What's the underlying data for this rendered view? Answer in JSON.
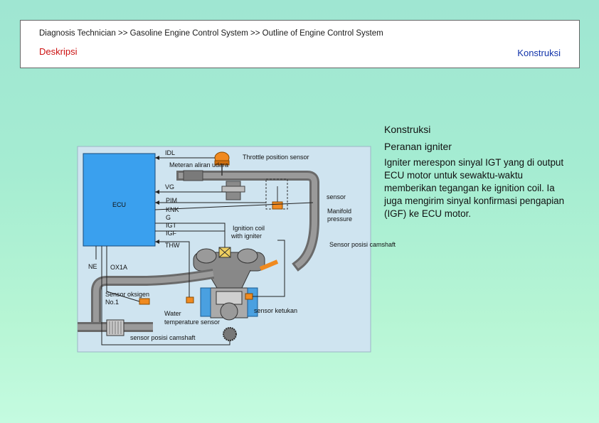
{
  "header": {
    "breadcrumb": "Diagnosis Technician >> Gasoline Engine Control System >> Outline of Engine Control System",
    "tab_left": "Deskripsi",
    "tab_right": "Konstruksi"
  },
  "side": {
    "heading": "Konstruksi",
    "subheading": "Peranan igniter",
    "body": "Igniter merespon sinyal IGT yang di output ECU motor untuk sewaktu-waktu memberikan tegangan ke ignition coil. Ia juga mengirim sinyal konfirmasi pengapian (IGF) ke ECU motor."
  },
  "diagram": {
    "ecu_label": "ECU",
    "ecu_signals": [
      "IDL",
      "VG",
      "PIM",
      "KNK",
      "G",
      "IGT",
      "IGF",
      "THW"
    ],
    "ne": "NE",
    "ox1a": "OX1A",
    "meteran": "Meteran aliran udara",
    "throttle": "Throttle position sensor",
    "sensor": "sensor",
    "manifold_1": "Manifold",
    "manifold_2": "pressure",
    "ignition_1": "Ignition coil",
    "ignition_2": "with igniter",
    "camshaft_right": "Sensor posisi camshaft",
    "oksigen_1": "Sensor oksigen",
    "oksigen_2": "No.1",
    "water_1": "Water",
    "water_2": "temperature sensor",
    "ketukan": "sensor ketukan",
    "camshaft_bottom": "sensor posisi camshaft"
  },
  "colors": {
    "ecu_fill": "#3aa0ee",
    "diagram_bg": "#cfe4f0",
    "pipe": "#6e6e6e",
    "sensor_orange": "#f08a20",
    "coolant_blue": "#4aa0e0"
  }
}
